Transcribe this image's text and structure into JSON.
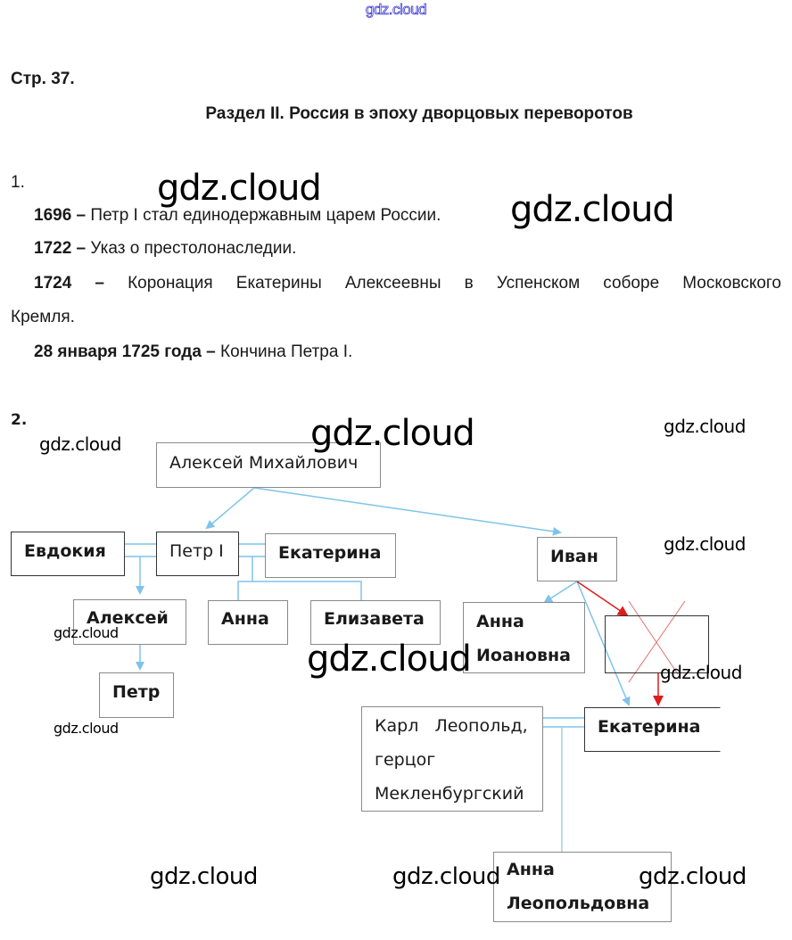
{
  "header": {
    "site_watermark": "gdz.cloud",
    "page_ref": "Стр. 37.",
    "section_title": "Раздел II. Россия в эпоху дворцовых переворотов"
  },
  "task1": {
    "number": "1.",
    "events": [
      {
        "date": "1696",
        "dash": " – ",
        "text": "Петр I стал единодержавным царем России."
      },
      {
        "date": "1722",
        "dash": " – ",
        "text": "Указ о престолонаследии."
      },
      {
        "date": "1724",
        "dash": " – ",
        "text": "Коронация Екатерины Алексеевны в Успенском соборе Московского",
        "continuation": "Кремля."
      },
      {
        "date": "28 января 1725 года",
        "dash": " – ",
        "text": "Кончина Петра I."
      }
    ]
  },
  "task2": {
    "number": "2.",
    "tree": {
      "aleksey_mikhailovich": "Алексей Михайлович",
      "evdokiya": "Евдокия",
      "petr1": "Петр I",
      "ekaterina1": "Екатерина",
      "ivan": "Иван",
      "aleksey": "Алексей",
      "anna": "Анна",
      "elizaveta": "Елизавета",
      "anna_ioanovna": [
        "Анна",
        "Иоановна"
      ],
      "crossed_out": "",
      "petr2": "Петр",
      "karl": [
        "Карл   Леопольд,",
        "герцог",
        "Мекленбургский"
      ],
      "ekaterina_ivanovna": "Екатерина",
      "anna_leopoldovna": [
        "Анна",
        "Леопольдовна"
      ]
    },
    "colors": {
      "line_blue": "#7fc3ea",
      "arrow_red": "#e01b1b",
      "cross_red": "#e07070"
    }
  },
  "watermarks": [
    "gdz.cloud",
    "gdz.cloud",
    "gdz.cloud",
    "gdz.cloud",
    "gdz.cloud",
    "gdz.cloud",
    "gdz.cloud",
    "gdz.cloud",
    "gdz.cloud",
    "gdz.cloud",
    "gdz.cloud",
    "gdz.cloud",
    "gdz.cloud"
  ]
}
